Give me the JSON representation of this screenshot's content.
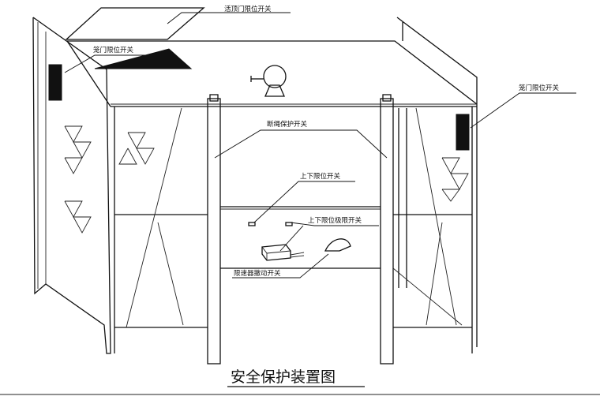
{
  "labels": {
    "top_door": "活顶门限位开关",
    "cage_door_left": "笼门限位开关",
    "cage_door_right": "笼门限位开关",
    "rope_break": "断绳保护开关",
    "updown_limit": "上下限位开关",
    "updown_final_limit": "上下限位极限开关",
    "speed_limiter": "限速器撤动开关"
  },
  "caption": "安全保护装置图"
}
